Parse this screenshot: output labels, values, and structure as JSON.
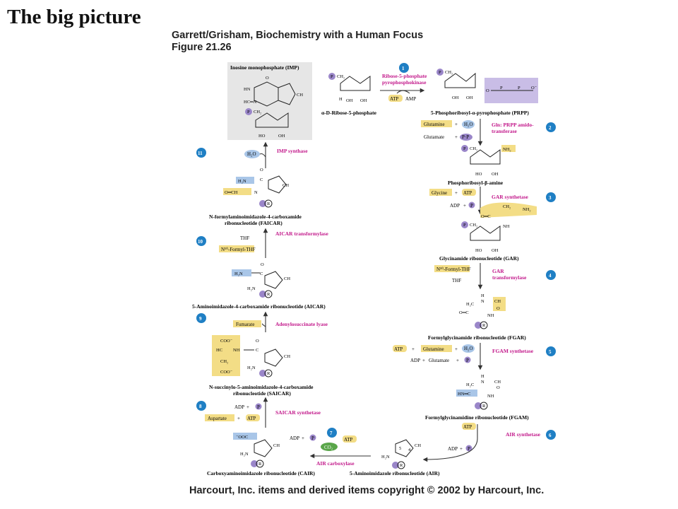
{
  "slide": {
    "title": "The big picture",
    "source_line1": "Garrett/Grisham, Biochemistry with a Human Focus",
    "source_line2": "Figure 21.26",
    "copyright": "Harcourt, Inc. items and derived items copyright © 2002 by Harcourt, Inc."
  },
  "colors": {
    "enzyme": "#c2178a",
    "cofactor_box": "#f3dd86",
    "step_badge": "#1f7fc4",
    "phosphate": "#9a86c9",
    "highlight_blue": "#a9c6e8",
    "imp_panel": "#e6e6e6"
  },
  "compounds": {
    "ribose5p": "α-D-Ribose-5-phosphate",
    "prpp": "5-Phosphoribosyl-α-pyrophosphate (PRPP)",
    "pra": "Phosphoribosyl-β-amine",
    "gar": "Glycinamide ribonucleotide (GAR)",
    "fgar": "Formylglycinamide ribonucleotide (FGAR)",
    "fgam": "Formylglycinamidine ribonucleotide (FGAM)",
    "air": "5-Aminoimidazole ribonucleotide (AIR)",
    "cair": "Carboxyaminoimidazole ribonucleotide (CAIR)",
    "saicar_1": "N-succinylo-5-aminoimidazole-4-carboxamide",
    "saicar_2": "ribonucleotide (SAICAR)",
    "aicar": "5-Aminoimidazole-4-carboxamide ribonucleotide (AICAR)",
    "faicar_1": "N-formylaminoimidazole-4-carboxamide",
    "faicar_2": "ribonucleotide (FAICAR)",
    "imp": "Inosine monophosphate (IMP)"
  },
  "enzymes": {
    "e1_1": "Ribose-5-phosphate",
    "e1_2": "pyrophosphokinase",
    "e2_1": "Gln: PRPP amido-",
    "e2_2": "transferase",
    "e3": "GAR synthetase",
    "e4_1": "GAR",
    "e4_2": "transformylase",
    "e5": "FGAM synthetase",
    "e6": "AIR synthetase",
    "e7": "AIR carboxylase",
    "e8": "SAICAR synthetase",
    "e9": "Adenylosuccinate lyase",
    "e10": "AICAR transformylase",
    "e11": "IMP synthase"
  },
  "steps": [
    "1",
    "2",
    "3",
    "4",
    "5",
    "6",
    "7",
    "8",
    "9",
    "10",
    "11"
  ],
  "cofactors": {
    "atp": "ATP",
    "amp": "AMP",
    "adp": "ADP",
    "plus": "+",
    "p": "P",
    "pp": "P·P",
    "glutamine": "Glutamine",
    "glutamate": "Glutamate",
    "h2o": "H₂O",
    "glycine": "Glycine",
    "n10_formyl_thf": "N¹⁰-Formyl-THF",
    "thf": "THF",
    "co2": "CO₂",
    "aspartate": "Aspartate",
    "fumarate": "Fumarate"
  },
  "atoms": {
    "h": "H",
    "oh": "OH",
    "ho": "HO",
    "o": "O",
    "o_minus": "O⁻",
    "pch2": "CH₂",
    "nh2": "NH₂",
    "h2n": "H₂N",
    "nh": "NH",
    "n": "N",
    "ch": "CH",
    "hn": "HN",
    "c": "C",
    "ch2": "CH₂",
    "o_eq_ch": "O═CH",
    "o_eq_c": "O═C",
    "hc": "HC",
    "coo_minus": "COO⁻",
    "minus_ooc": "⁻OOC",
    "h2c": "H₂C",
    "hn_eq_c": "HN═C",
    "r": "R",
    "five": "5",
    "four": "4",
    "hc_eq_n": "HC═N"
  }
}
